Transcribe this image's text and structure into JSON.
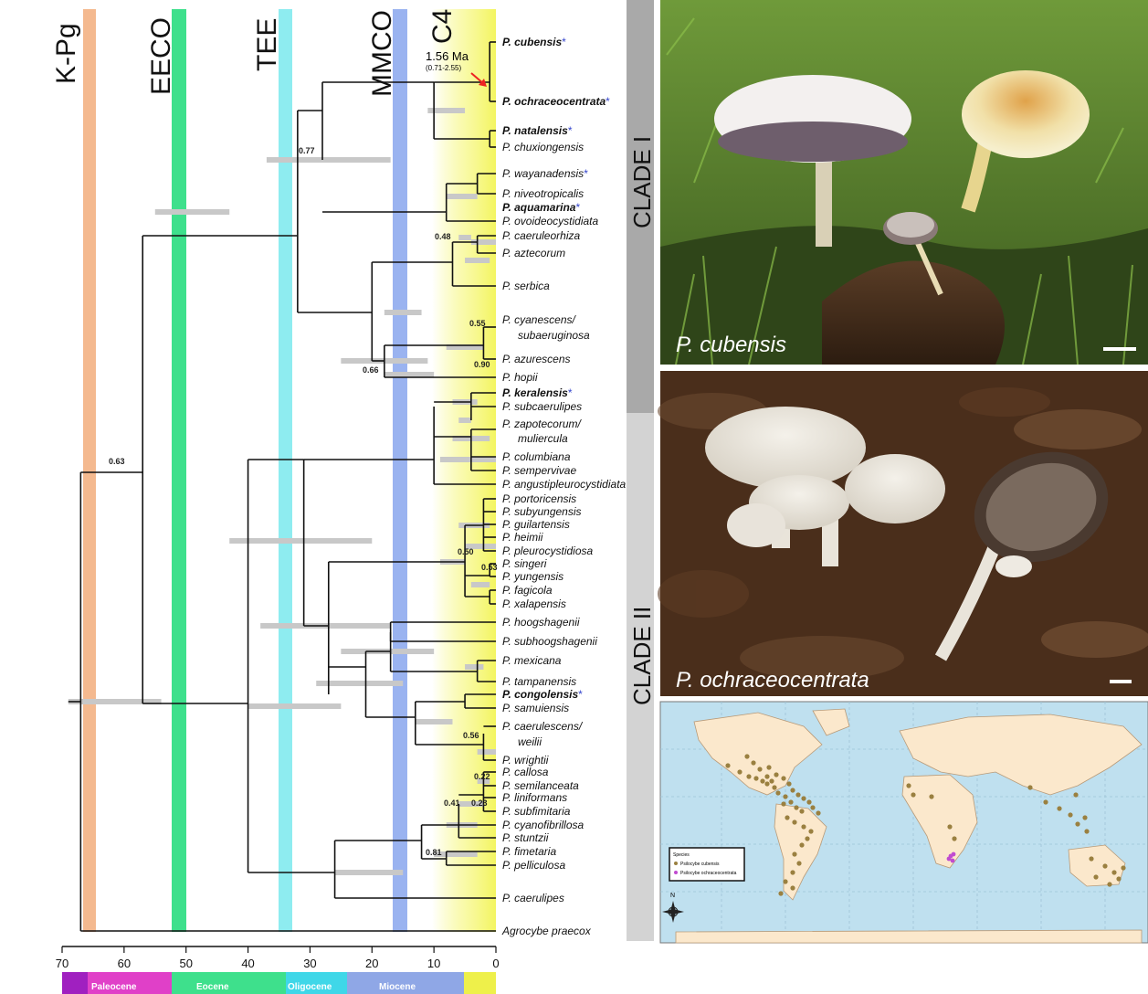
{
  "events": [
    "K-Pg",
    "EECO",
    "TEE",
    "MMCO",
    "C4"
  ],
  "calibration": {
    "age": "1.56 Ma",
    "range": "(0.71-2.55)"
  },
  "clades": [
    "CLADE I",
    "CLADE II"
  ],
  "axis_ticks": [
    "70",
    "60",
    "50",
    "40",
    "30",
    "20",
    "10",
    "0"
  ],
  "epochs": [
    "Paleocene",
    "Eocene",
    "Oligocene",
    "Miocene"
  ],
  "support_values": [
    "0.77",
    "0.48",
    "0.55",
    "0.90",
    "0.66",
    "0.63",
    "0.50",
    "0.53",
    "0.56",
    "0.22",
    "0.41",
    "0.23",
    "0.81"
  ],
  "taxa": [
    {
      "name": "P. cubensis",
      "bold": true,
      "star": true
    },
    {
      "name": "P. ochraceocentrata",
      "bold": true,
      "star": true
    },
    {
      "name": "P. natalensis",
      "bold": true,
      "star": true
    },
    {
      "name": "P. chuxiongensis",
      "bold": false,
      "star": false
    },
    {
      "name": "P. wayanadensis",
      "bold": false,
      "star": true
    },
    {
      "name": "P. niveotropicalis",
      "bold": false,
      "star": false
    },
    {
      "name": "P. aquamarina",
      "bold": true,
      "star": true
    },
    {
      "name": "P. ovoideocystidiata",
      "bold": false,
      "star": false
    },
    {
      "name": "P. caeruleorhiza",
      "bold": false,
      "star": false
    },
    {
      "name": "P. aztecorum",
      "bold": false,
      "star": false
    },
    {
      "name": "P. serbica",
      "bold": false,
      "star": false
    },
    {
      "name": "P. cyanescens/",
      "bold": false,
      "star": false
    },
    {
      "name": "subaeruginosa",
      "bold": false,
      "star": false
    },
    {
      "name": "P. azurescens",
      "bold": false,
      "star": false
    },
    {
      "name": "P. hopii",
      "bold": false,
      "star": false
    },
    {
      "name": "P. keralensis",
      "bold": true,
      "star": true
    },
    {
      "name": "P. subcaerulipes",
      "bold": false,
      "star": false
    },
    {
      "name": "P. zapotecorum/",
      "bold": false,
      "star": false
    },
    {
      "name": "muliercula",
      "bold": false,
      "star": false
    },
    {
      "name": "P. columbiana",
      "bold": false,
      "star": false
    },
    {
      "name": "P. sempervivae",
      "bold": false,
      "star": false
    },
    {
      "name": "P. angustipleurocystidiata",
      "bold": false,
      "star": false
    },
    {
      "name": "P. portoricensis",
      "bold": false,
      "star": false
    },
    {
      "name": "P. subyungensis",
      "bold": false,
      "star": false
    },
    {
      "name": "P. guilartensis",
      "bold": false,
      "star": false
    },
    {
      "name": "P. heimii",
      "bold": false,
      "star": false
    },
    {
      "name": "P. pleurocystidiosa",
      "bold": false,
      "star": false
    },
    {
      "name": "P. singeri",
      "bold": false,
      "star": false
    },
    {
      "name": "P. yungensis",
      "bold": false,
      "star": false
    },
    {
      "name": "P. fagicola",
      "bold": false,
      "star": false
    },
    {
      "name": "P. xalapensis",
      "bold": false,
      "star": false
    },
    {
      "name": "P. hoogshagenii",
      "bold": false,
      "star": false
    },
    {
      "name": "P. subhoogshagenii",
      "bold": false,
      "star": false
    },
    {
      "name": "P. mexicana",
      "bold": false,
      "star": false
    },
    {
      "name": "P. tampanensis",
      "bold": false,
      "star": false
    },
    {
      "name": "P. congolensis",
      "bold": true,
      "star": true
    },
    {
      "name": "P. samuiensis",
      "bold": false,
      "star": false
    },
    {
      "name": "P. caerulescens/",
      "bold": false,
      "star": false
    },
    {
      "name": "weilii",
      "bold": false,
      "star": false
    },
    {
      "name": "P. wrightii",
      "bold": false,
      "star": false
    },
    {
      "name": "P. callosa",
      "bold": false,
      "star": false
    },
    {
      "name": "P. semilanceata",
      "bold": false,
      "star": false
    },
    {
      "name": "P. liniformans",
      "bold": false,
      "star": false
    },
    {
      "name": "P. subfimitaria",
      "bold": false,
      "star": false
    },
    {
      "name": "P. cyanofibrillosa",
      "bold": false,
      "star": false
    },
    {
      "name": "P. stuntzii",
      "bold": false,
      "star": false
    },
    {
      "name": "P. fimetaria",
      "bold": false,
      "star": false
    },
    {
      "name": "P. pelliculosa",
      "bold": false,
      "star": false
    },
    {
      "name": "P. caerulipes",
      "bold": false,
      "star": false
    },
    {
      "name": "Agrocybe praecox",
      "bold": false,
      "star": false
    }
  ],
  "photos": [
    {
      "label": "P. cubensis"
    },
    {
      "label": "P. ochraceocentrata"
    }
  ],
  "map_legend": {
    "title": "Species",
    "items": [
      "Psilocybe cubensis",
      "Psilocybe ochraceocentrata"
    ]
  },
  "map_compass": "N",
  "colors": {
    "kpg": "#f4b98f",
    "eeco": "#3ee08c",
    "tee": "#8eecf0",
    "mmco": "#9ab3f0",
    "c4": "#f3f560",
    "cubensis_dot": "#9a8040",
    "ochraceo_dot": "#c04bd0",
    "ocean": "#bfe0ef",
    "land": "#fbe8cc"
  }
}
